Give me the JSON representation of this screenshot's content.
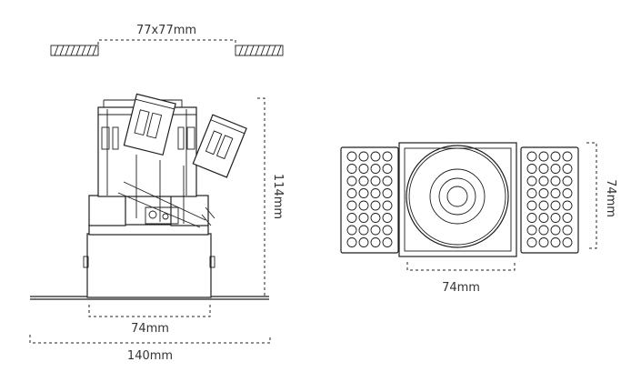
{
  "dimensions": {
    "cutout": "77x77mm",
    "height": "114mm",
    "front_width": "74mm",
    "flange_width": "140mm",
    "top_width": "74mm",
    "top_depth": "74mm"
  },
  "colors": {
    "line": "#1e1e1e",
    "text": "#333333",
    "background": "#ffffff"
  }
}
